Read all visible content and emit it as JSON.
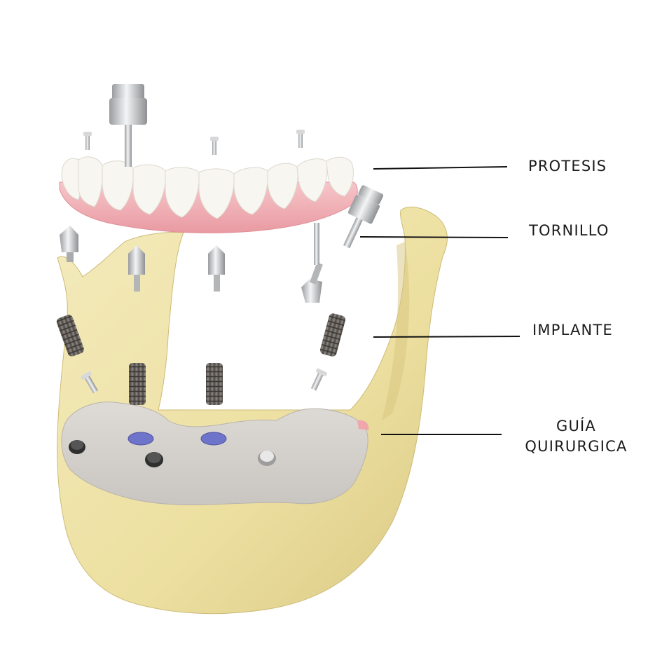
{
  "labels": {
    "protesis": "PROTESIS",
    "tornillo": "TORNILLO",
    "implante": "IMPLANTE",
    "guia_line1": "GUÍA",
    "guia_line2": "QUIRURGICA"
  },
  "colors": {
    "bone": "#efe3a8",
    "bone_shadow": "#d8c784",
    "gum": "#efb3b8",
    "teeth": "#f7f5f0",
    "metal": "#c9cbcd",
    "implant": "#6f6a66",
    "guide": "#d9d6d2",
    "sleeve_blue": "#6e74c9",
    "leader_line": "#111111"
  }
}
